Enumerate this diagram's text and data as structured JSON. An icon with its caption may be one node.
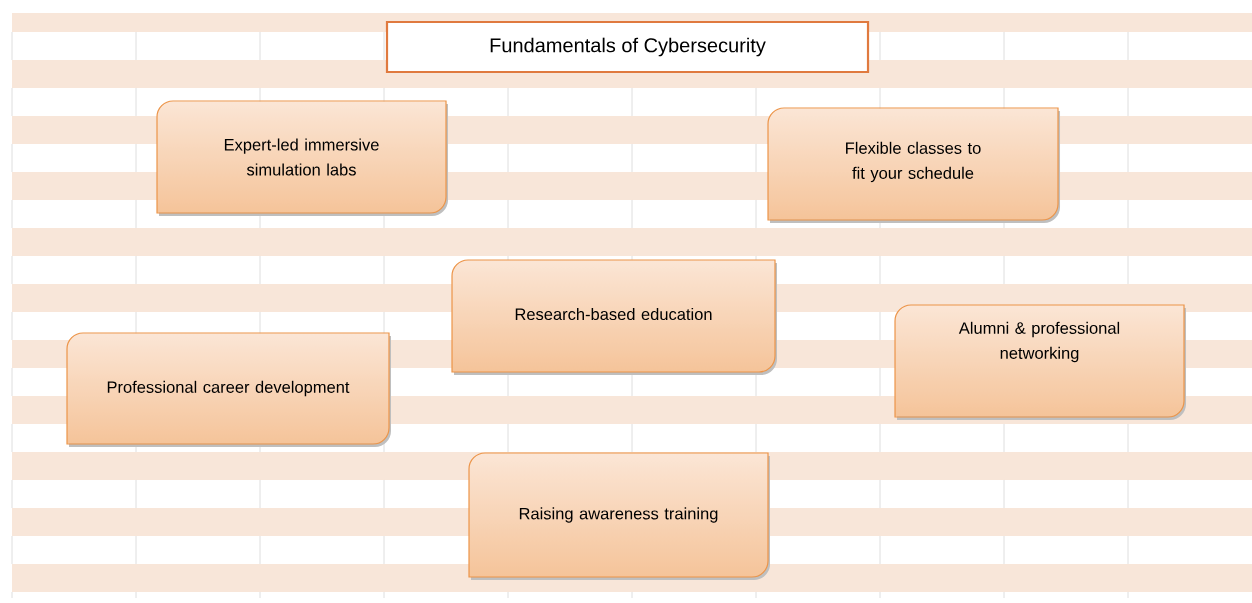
{
  "diagram": {
    "title": "Fundamentals of Cybersecurity",
    "nodes": [
      {
        "text": [
          "Expert-led immersive simulation labs"
        ]
      },
      {
        "text": [
          "Flexible classes to fit your schedule"
        ]
      },
      {
        "text": [
          "Research-based education"
        ]
      },
      {
        "text": [
          "Professional career development"
        ]
      },
      {
        "text": [
          "Alumni & professional networking"
        ]
      },
      {
        "text": [
          "Raising awareness training"
        ]
      }
    ]
  }
}
